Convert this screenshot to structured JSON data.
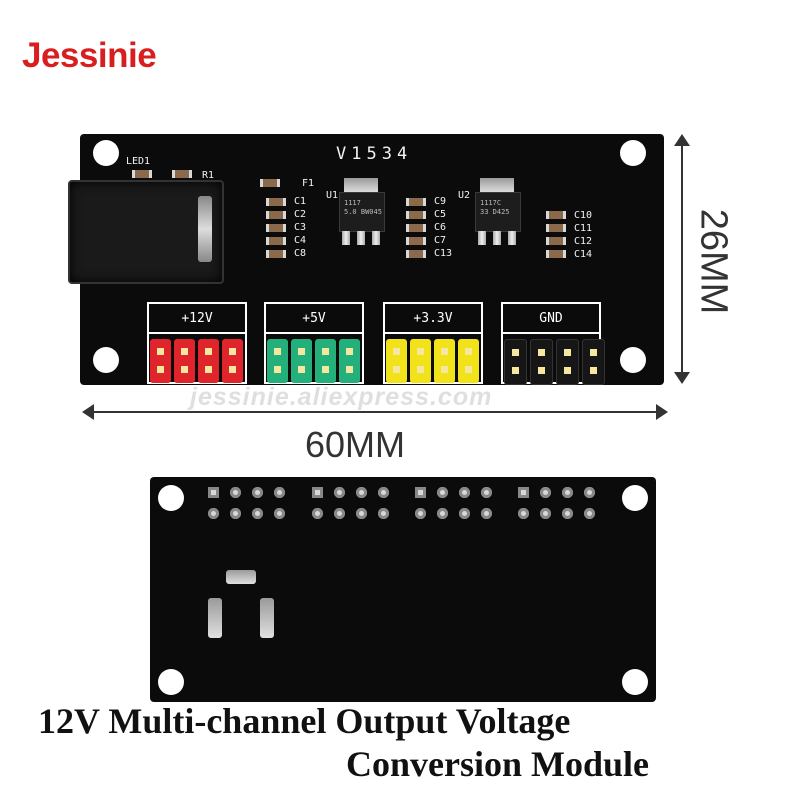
{
  "brand": {
    "name": "Jessinie",
    "color": "#d81e1e"
  },
  "board_top": {
    "version": "V1534",
    "led_label": "LED1",
    "r_label": "R1",
    "fuse_label": "F1",
    "u1_label": "U1",
    "u2_label": "U2",
    "u1_chip_text": "1117\n5.0 BW045",
    "u2_chip_text": "1117C\n33 D425",
    "caps_left": [
      "C1",
      "C2",
      "C3",
      "C4",
      "C8"
    ],
    "caps_mid": [
      "C9",
      "C5",
      "C6",
      "C7",
      "C13"
    ],
    "caps_right": [
      "C10",
      "C11",
      "C12",
      "C14"
    ],
    "outputs": [
      {
        "label": "+12V",
        "color": "red"
      },
      {
        "label": "+5V",
        "color": "green"
      },
      {
        "label": "+3.3V",
        "color": "yellow"
      },
      {
        "label": "GND",
        "color": "black"
      }
    ]
  },
  "watermark": "jessinie.aliexpress.com",
  "dimensions": {
    "height": "26MM",
    "width": "60MM"
  },
  "title": {
    "line1": "12V Multi-channel Output Voltage",
    "line2": "Conversion Module"
  }
}
